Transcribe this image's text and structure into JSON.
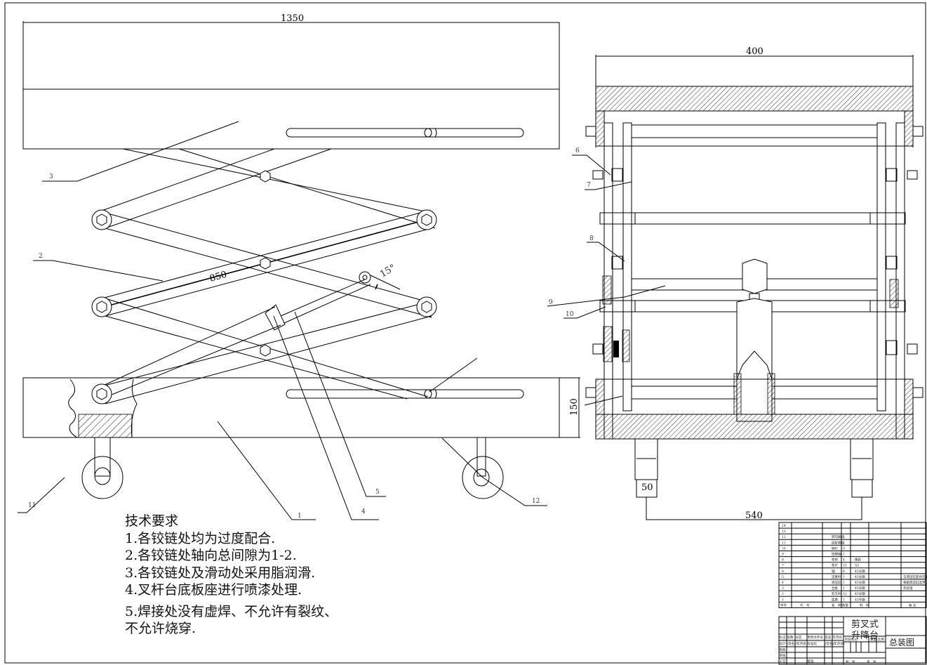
{
  "drawing": {
    "title_block": {
      "product_name_line1": "剪叉式",
      "product_name_line2": "升降台",
      "drawing_name": "总装图",
      "header": {
        "no": "序号",
        "code": "代　号",
        "name": "名　称",
        "qty": "数量",
        "material": "材　料",
        "remark": "备 注"
      },
      "sign_rows": [
        {
          "c1": "标记",
          "c2": "处数",
          "c3": "分区",
          "c4": "更改文件号",
          "c5": "签名",
          "c6": "年月日"
        },
        {
          "c1": "设计",
          "c2": "(签名)",
          "c3": "(年月日)",
          "c4": "标准化",
          "c5": "(签名)",
          "c6": "(年月日)"
        },
        {
          "c1": "制图"
        },
        {
          "c1": "审核"
        },
        {
          "c1": "工艺",
          "c4": "批准"
        }
      ],
      "stage_label": "阶段标记",
      "weight_label": "重量",
      "scale_label": "比例",
      "sheets_label": "共　张",
      "sheet_label": "第　张"
    },
    "parts": [
      {
        "no": "14",
        "name": "",
        "qty": "",
        "material": "",
        "remark": ""
      },
      {
        "no": "13",
        "name": "",
        "qty": "",
        "material": "",
        "remark": ""
      },
      {
        "no": "12",
        "name": "转向脚轮",
        "qty": "2",
        "material": "",
        "remark": ""
      },
      {
        "no": "11",
        "name": "固定脚轮",
        "qty": "2",
        "material": "",
        "remark": ""
      },
      {
        "no": "10",
        "name": "铆钉",
        "qty": "8",
        "material": "",
        "remark": ""
      },
      {
        "no": "9",
        "name": "短横轴",
        "qty": "1",
        "material": "",
        "remark": ""
      },
      {
        "no": "8",
        "name": "垫垫",
        "qty": "4",
        "material": "橡胶",
        "remark": ""
      },
      {
        "no": "7",
        "name": "垫片",
        "qty": "12",
        "material": "A3",
        "remark": ""
      },
      {
        "no": "6",
        "name": "轴",
        "qty": "6",
        "material": "45号钢",
        "remark": ""
      },
      {
        "no": "5",
        "name": "活塞杆",
        "qty": "1",
        "material": "45号钢",
        "remark": "与液压缸配合选用"
      },
      {
        "no": "4",
        "name": "液压缸",
        "qty": "1",
        "material": "45号钢",
        "remark": "根据液压缸选用"
      },
      {
        "no": "3",
        "name": "台板",
        "qty": "1",
        "material": "45号钢",
        "remark": "热处理"
      },
      {
        "no": "2",
        "name": "剪叉杆",
        "qty": "12",
        "material": "45号钢",
        "remark": ""
      },
      {
        "no": "1",
        "name": "底座",
        "qty": "1",
        "material": "45号钢",
        "remark": ""
      }
    ],
    "dimensions": {
      "front_length": "1350",
      "arm_length": "850",
      "angle": "15°",
      "base_height": "150",
      "side_width": "400",
      "wheel_width": "50",
      "wheel_spacing": "540"
    },
    "callouts": [
      "1",
      "2",
      "3",
      "4",
      "5",
      "6",
      "7",
      "8",
      "9",
      "10",
      "11",
      "12"
    ],
    "tech_requirements": {
      "title": "技术要求",
      "items": [
        "1.各铰链处均为过度配合.",
        "2.各铰链处轴向总间隙为1-2.",
        "3.各铰链处及滑动处采用脂润滑.",
        "4.叉杆台底板座进行喷漆处理.",
        "5.焊接处没有虚焊、不允许有裂纹、",
        "不允许烧穿."
      ]
    }
  }
}
